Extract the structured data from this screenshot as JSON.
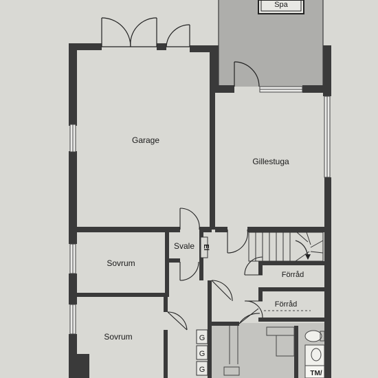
{
  "rooms": {
    "spa": "Spa",
    "garage": "Garage",
    "gillestuga": "Gillestuga",
    "svale": "Svale",
    "el": "El",
    "sovrum_1": "Sovrum",
    "sovrum_2": "Sovrum",
    "forrad_1": "Förråd",
    "forrad_2": "Förråd",
    "g1": "G",
    "g2": "G",
    "g3": "G",
    "tm": "TM/"
  },
  "colors": {
    "paper": "#d9d9d4",
    "wall": "#3a3a3a",
    "spa_fill": "#aeaeab",
    "wet_fill": "#c4c4c0",
    "line": "#555555"
  }
}
